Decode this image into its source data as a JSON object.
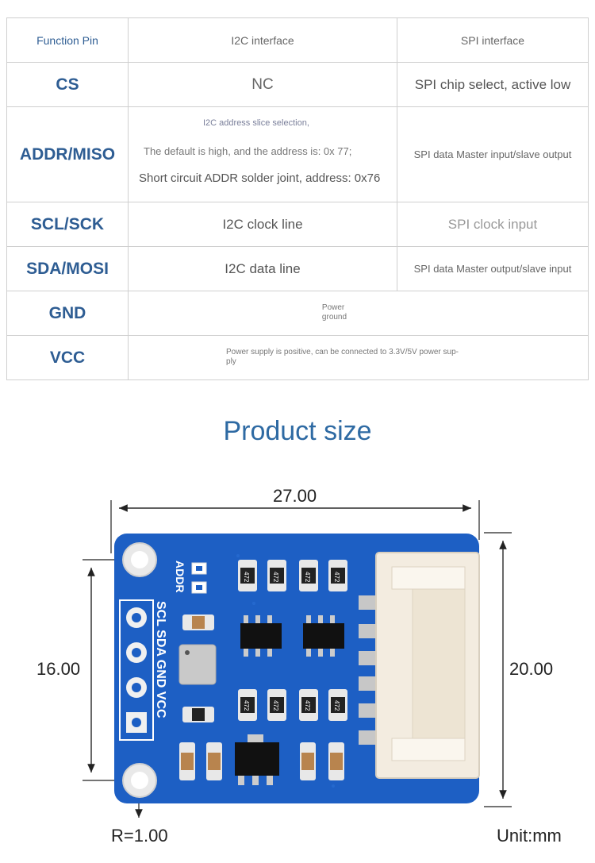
{
  "table": {
    "headers": [
      "Function Pin",
      "I2C interface",
      "SPI interface"
    ],
    "rows": [
      {
        "pin": "CS",
        "i2c": "NC",
        "spi": "SPI chip select, active low"
      },
      {
        "pin": "ADDR/MISO",
        "i2c_lines": [
          "I2C address slice selection,",
          "The default is high, and the address is: 0x 77;",
          "Short circuit ADDR solder joint, address: 0x76"
        ],
        "spi": "SPI data Master input/slave output"
      },
      {
        "pin": "SCL/SCK",
        "i2c": "I2C clock line",
        "spi": "SPI clock input"
      },
      {
        "pin": "SDA/MOSI",
        "i2c": "I2C data line",
        "spi": "SPI data Master output/slave input"
      },
      {
        "pin": "GND",
        "merged_lines": [
          "Power",
          "ground"
        ]
      },
      {
        "pin": "VCC",
        "merged_lines": [
          "Power supply is positive, can be connected to 3.3V/5V power sup-",
          "ply"
        ]
      }
    ]
  },
  "product_size": {
    "title": "Product size",
    "width": "27.00",
    "height_left": "16.00",
    "height_right": "20.00",
    "radius": "R=1.00",
    "unit": "Unit:mm",
    "silkscreen": [
      "ADDR",
      "SCL SDA GND VCC"
    ],
    "resistor_label": "472"
  },
  "colors": {
    "accent": "#2e6aa3",
    "pcb": "#1d5fc4",
    "connector": "#f3ece0"
  }
}
